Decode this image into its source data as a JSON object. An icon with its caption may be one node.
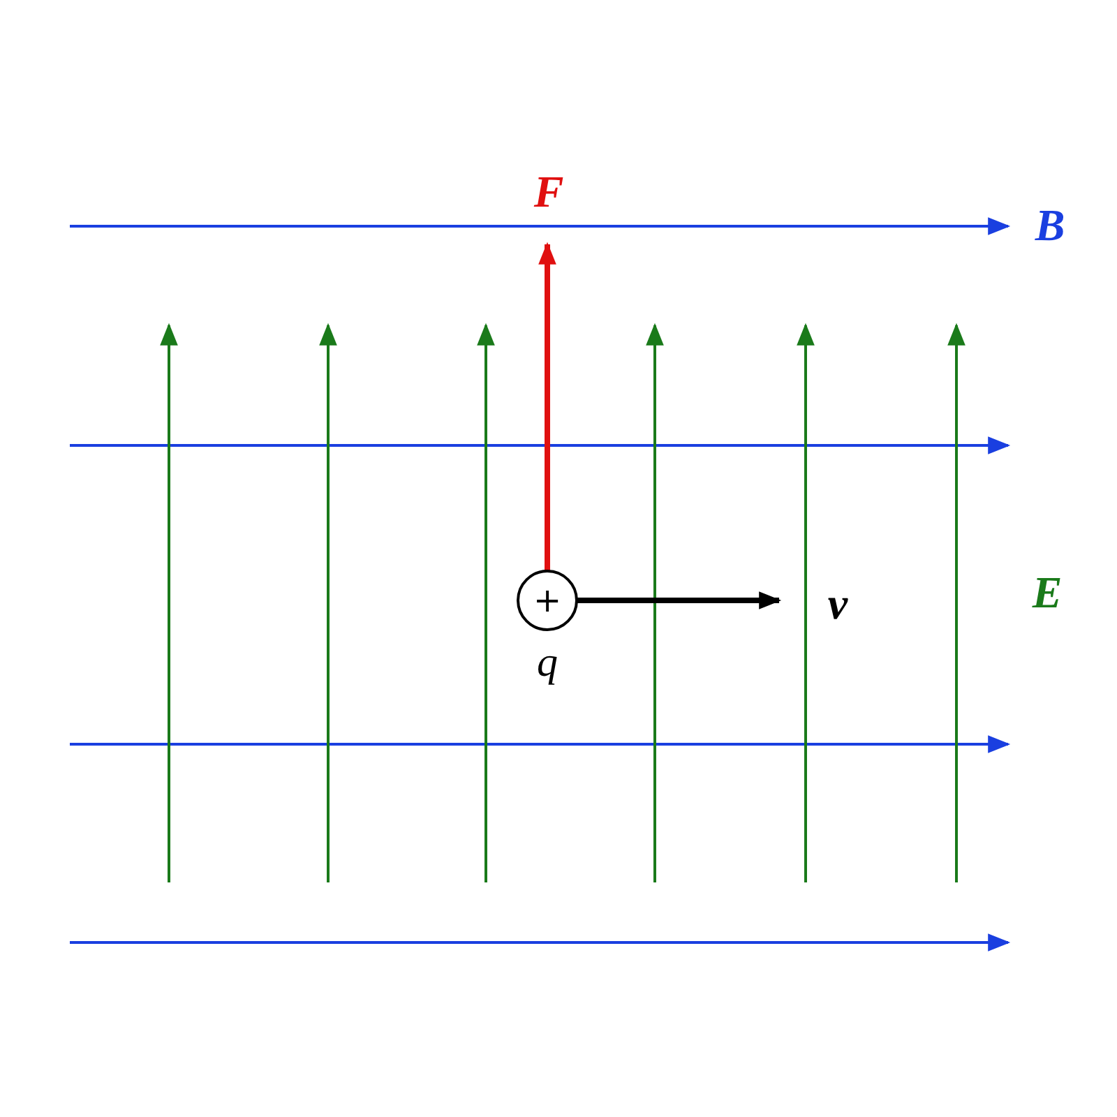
{
  "diagram": {
    "nodes": [
      {
        "text": [
          "+"
        ],
        "beside": [
          "q"
        ]
      }
    ],
    "labels": [
      "F",
      "B",
      "v",
      "E"
    ]
  }
}
